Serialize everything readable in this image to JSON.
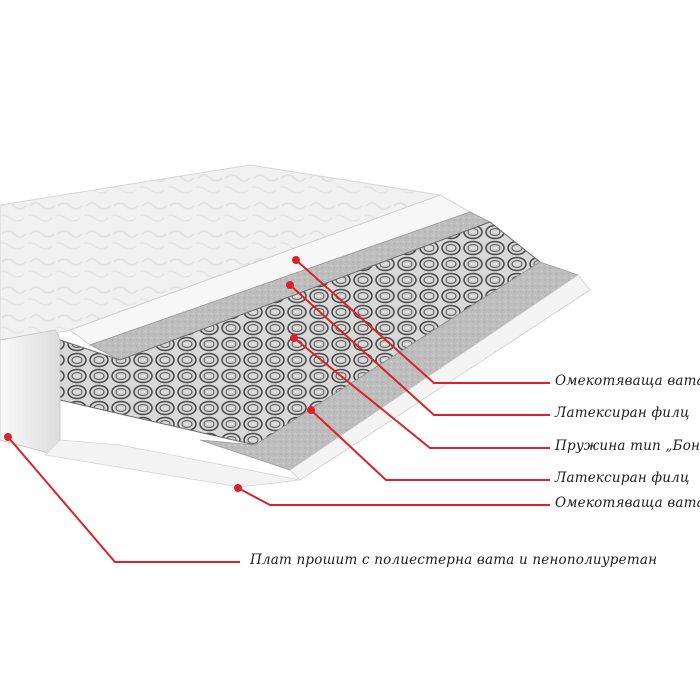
{
  "diagram": {
    "labels": [
      "Омекотяваща вата",
      "Латексиран филц",
      "Пружина тип „Бонел“",
      "Латексиран филц",
      "Омекотяваща вата",
      "Плат прошит с полиестерна вата и пенополиуретан"
    ]
  },
  "colors": {
    "callout": "#d8232a",
    "cover": "#f2f2f2",
    "felt": "#b9b9b9",
    "spring": "#4a4a4a"
  }
}
